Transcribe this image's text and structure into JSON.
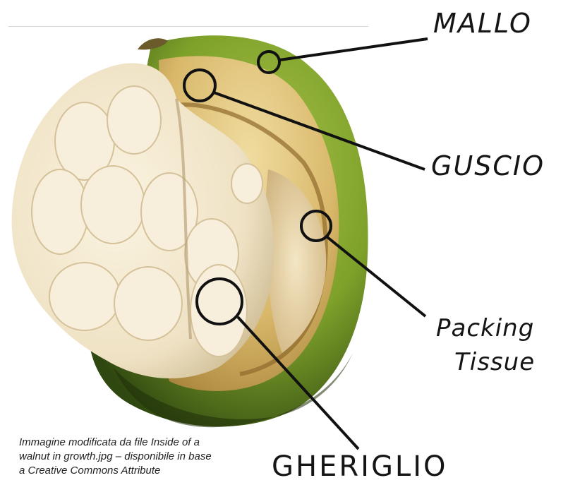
{
  "labels": {
    "mallo": "MALLO",
    "guscio": "GUSCIO",
    "packing_line1": "Packing",
    "packing_line2": "Tissue",
    "gheriglio": "GHERIGLIO"
  },
  "credit": {
    "line1": "Immagine modificata da file Inside of a",
    "line2": "walnut in growth.jpg – disponibile in base",
    "line3": "a Creative Commons Attribute"
  },
  "colors": {
    "husk_green": "#7ea12a",
    "husk_dark": "#3e5a14",
    "shell_tan": "#d9b86a",
    "kernel_cream": "#f1e6cf",
    "annotation": "#111111"
  }
}
